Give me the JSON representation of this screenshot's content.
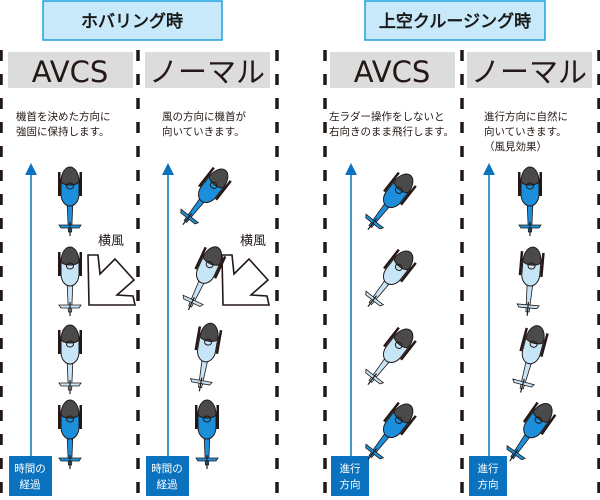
{
  "colors": {
    "title_bg": "#c8e9f9",
    "title_border": "#1ea0df",
    "header_bg": "#dcdcdc",
    "arrow_blue": "#0b72bf",
    "heli_blue": "#1b8fdb",
    "heli_light": "#c6e5f6",
    "heli_nose": "#4a4a4a"
  },
  "sections": [
    {
      "title": "ホバリング時",
      "columns": [
        {
          "header": "AVCS",
          "desc": [
            "機首を決めた方向に",
            "強固に保持します。"
          ],
          "axis_label": [
            "時間の",
            "経過"
          ],
          "wind_label": "横風"
        },
        {
          "header": "ノーマル",
          "desc": [
            "風の方向に機首が",
            "向いていきます。"
          ],
          "axis_label": [
            "時間の",
            "経過"
          ],
          "wind_label": "横風"
        }
      ]
    },
    {
      "title": "上空クルージング時",
      "columns": [
        {
          "header": "AVCS",
          "desc": [
            "左ラダー操作をしないと",
            "右向きのまま飛行します。"
          ],
          "axis_label": [
            "進行",
            "方向"
          ]
        },
        {
          "header": "ノーマル",
          "desc": [
            "進行方向に自然に",
            "向いていきます。",
            "（風見効果）"
          ],
          "axis_label": [
            "進行",
            "方向"
          ]
        }
      ]
    }
  ]
}
